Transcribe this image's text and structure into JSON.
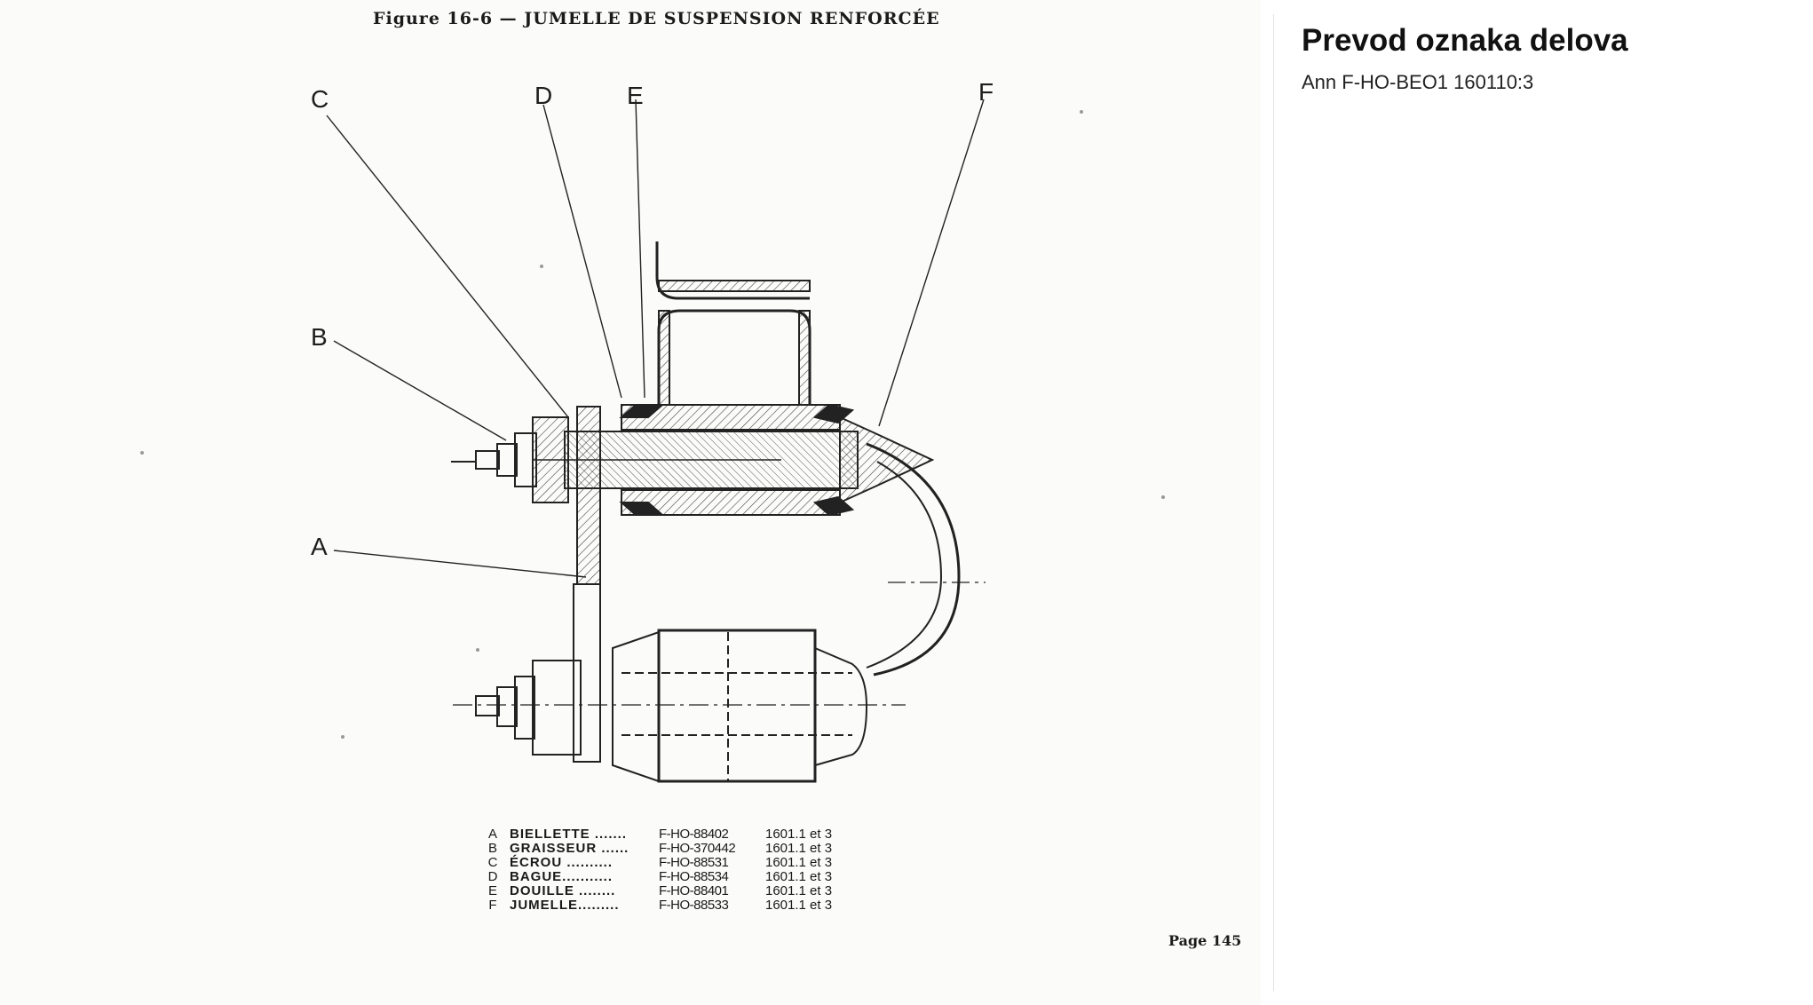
{
  "document": {
    "figure_title": "Figure 16-6 — JUMELLE DE SUSPENSION RENFORCÉE",
    "page_label": "Page 145",
    "callouts": [
      "C",
      "D",
      "E",
      "F",
      "B",
      "A"
    ],
    "legend": [
      {
        "key": "A",
        "name": "BIELLETTE .......",
        "code": "F-HO-88402",
        "ref": "1601.1 et 3"
      },
      {
        "key": "B",
        "name": "GRAISSEUR ......",
        "code": "F-HO-370442",
        "ref": "1601.1 et 3"
      },
      {
        "key": "C",
        "name": "ÉCROU ..........",
        "code": "F-HO-88531",
        "ref": "1601.1 et 3"
      },
      {
        "key": "D",
        "name": "BAGUE...........",
        "code": "F-HO-88534",
        "ref": "1601.1 et 3"
      },
      {
        "key": "E",
        "name": "DOUILLE ........",
        "code": "F-HO-88401",
        "ref": "1601.1 et 3"
      },
      {
        "key": "F",
        "name": "JUMELLE.........",
        "code": "F-HO-88533",
        "ref": "1601.1 et 3"
      }
    ]
  },
  "sidebar": {
    "title": "Prevod oznaka delova",
    "subtitle": "Ann F-HO-BEO1 160110:3"
  }
}
